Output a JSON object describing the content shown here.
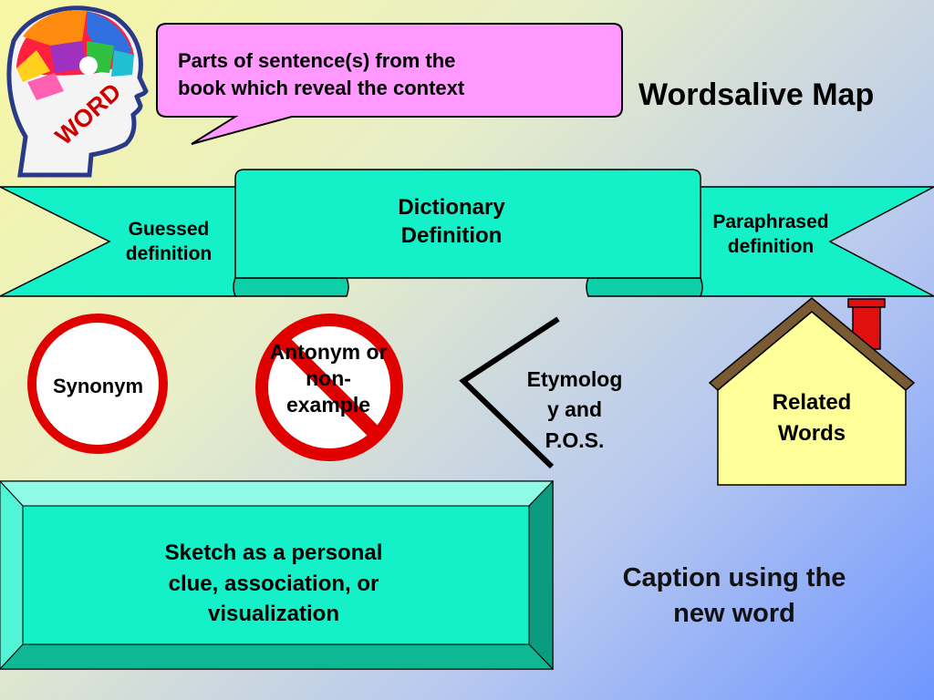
{
  "title": "Wordsalive Map",
  "head_label": "WORD",
  "callout": {
    "line1": "Parts of sentence(s) from the",
    "line2": "book which reveal the context"
  },
  "banner": {
    "center_line1": "Dictionary",
    "center_line2": "Definition",
    "left_line1": "Guessed",
    "left_line2": "definition",
    "right_line1": "Paraphrased",
    "right_line2": "definition"
  },
  "synonym": "Synonym",
  "antonym": {
    "line1": "Antonym or",
    "line2": "non-",
    "line3": "example"
  },
  "etymology": {
    "line1": "Etymolog",
    "line2": "y and",
    "line3": "P.O.S."
  },
  "related": {
    "line1": "Related",
    "line2": "Words"
  },
  "sketch": {
    "line1": "Sketch as a personal",
    "line2": "clue, association, or",
    "line3": "visualization"
  },
  "caption": {
    "line1": "Caption using the",
    "line2": "new word"
  },
  "colors": {
    "teal": "#14f0c8",
    "callout_pink": "#ff99ff",
    "stop_red": "#e00000",
    "house_yellow": "#ffff99",
    "roof_brown": "#7a5a32",
    "chimney_red": "#e01010"
  }
}
